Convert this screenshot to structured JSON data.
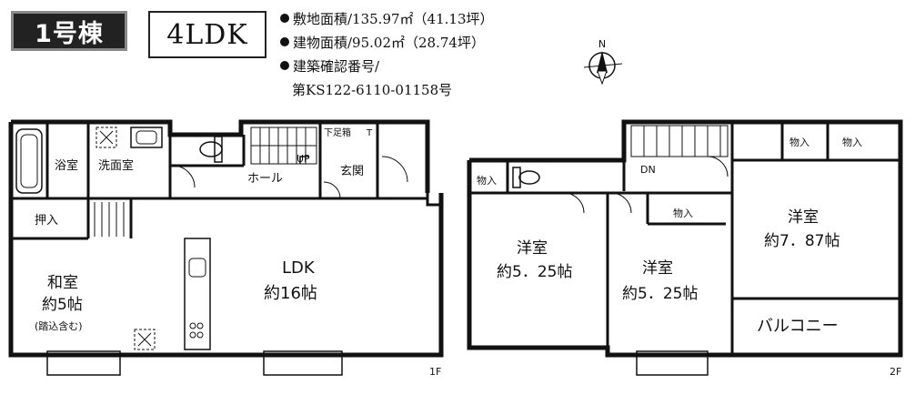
{
  "header": {
    "building_label": "1号棟",
    "layout_type": "4LDK",
    "info": [
      "敷地面積/135.97㎡（41.13坪）",
      "建物面積/95.02㎡（28.74坪）",
      "建築確認番号/",
      "第KS122-6110-01158号"
    ],
    "compass": "N"
  },
  "floor1": {
    "rooms": {
      "bath": "浴室",
      "washroom": "洗面室",
      "hall": "ホール",
      "genkan": "玄関",
      "shoe_storage": "下足箱",
      "up": "UP",
      "oshiire": "押入",
      "washitsu_name": "和室",
      "washitsu_size": "約5帖",
      "washitsu_note": "(踏込含む)",
      "ldk_name": "LDK",
      "ldk_size": "約16帖",
      "t_mark": "T"
    },
    "floor_label": "1F"
  },
  "floor2": {
    "rooms": {
      "monoire_left": "物入",
      "monoire_mid": "物入",
      "monoire_top1": "物入",
      "monoire_top2": "物入",
      "dn": "DN",
      "yoshitsu1_name": "洋室",
      "yoshitsu1_size": "約5．25帖",
      "yoshitsu2_name": "洋室",
      "yoshitsu2_size": "約5．25帖",
      "yoshitsu3_name": "洋室",
      "yoshitsu3_size": "約7．87帖",
      "balcony": "バルコニー"
    },
    "floor_label": "2F"
  }
}
